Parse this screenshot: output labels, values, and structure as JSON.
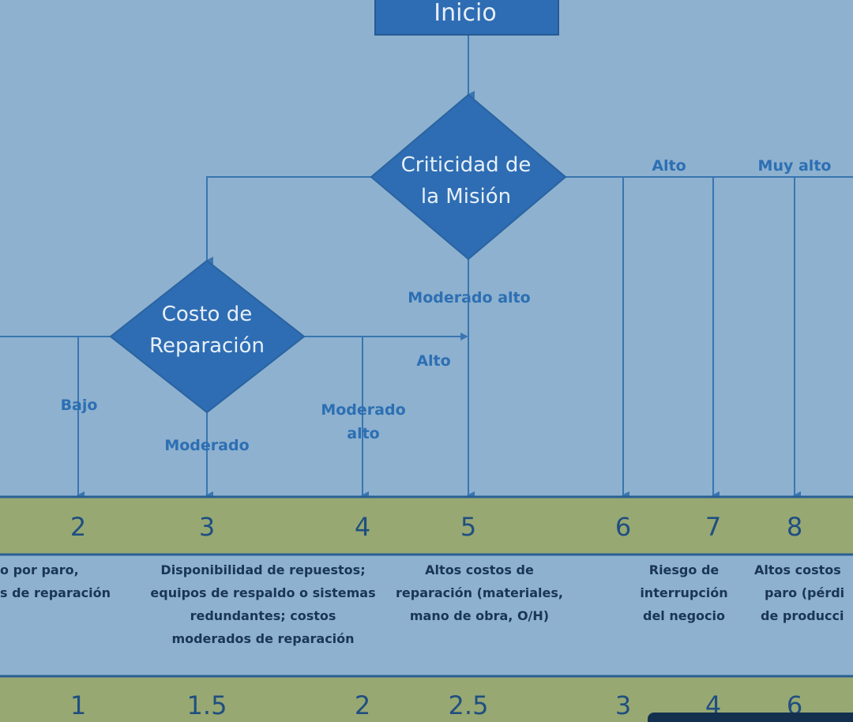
{
  "start": {
    "label": "Inicio"
  },
  "decision_mission": {
    "line1": "Criticidad de",
    "line2": "la Misión"
  },
  "decision_cost": {
    "line1": "Costo de",
    "line2": "Reparación"
  },
  "branch_labels": {
    "alto_top": "Alto",
    "muy_alto": "Muy alto",
    "moderado_alto_mission": "Moderado alto",
    "alto_cost": "Alto",
    "bajo": "Bajo",
    "moderado": "Moderado",
    "moderado_alto_cost_1": "Moderado",
    "moderado_alto_cost_2": "alto"
  },
  "levels": [
    "2",
    "3",
    "4",
    "5",
    "6",
    "7",
    "8"
  ],
  "weights": [
    "1",
    "1.5",
    "2",
    "2.5",
    "3",
    "4",
    "6"
  ],
  "descriptions": {
    "d2": [
      "o por paro,",
      "s de reparación"
    ],
    "d3": [
      "Disponibilidad  de repuestos;",
      "equipos de respaldo o sistemas",
      "redundantes; costos",
      "moderados de reparación"
    ],
    "d5": [
      "Altos costos  de",
      "reparación (materiales,",
      "mano de obra, O/H)"
    ],
    "d7": [
      "Riesgo de",
      "interrupción",
      "del negocio"
    ],
    "d8": [
      "Altos costos",
      "paro (pérdi",
      "de producci"
    ]
  },
  "colors": {
    "background": "#8db1cf",
    "node_fill": "#2e6db3",
    "band_fill": "#98a873",
    "label_blue": "#2d6fb3"
  }
}
